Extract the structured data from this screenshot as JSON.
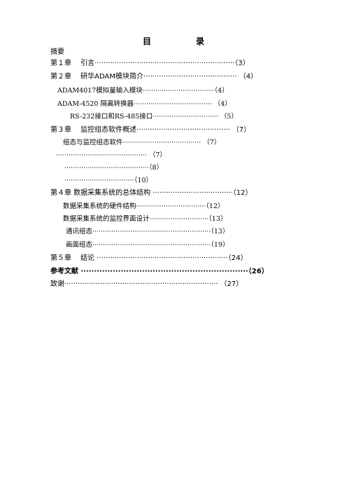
{
  "title": "目　录",
  "entries": [
    {
      "text": "摘要"
    },
    {
      "text": "第１章　 引言·······························································（3）"
    },
    {
      "text": "第２章　 研华ADAM模块简介·········································· （4）"
    },
    {
      "text": "ADAM4017模拟量输入模块··································（4）"
    },
    {
      "text": "ADAM-4520 隔离转换器····································· （4）"
    },
    {
      "text": "RS-232接口和RS-485接口······························· （5）"
    },
    {
      "text": "第３章　 监控组态软件概述·········································· （7）"
    },
    {
      "text": "组态与监控组态软件····································· （7）"
    },
    {
      "text": "··········································· （7）"
    },
    {
      "text": "········································（8）"
    },
    {
      "text": "·································（10）"
    },
    {
      "text": "第４章 数据采集系统的总体结构 ····································（12）"
    },
    {
      "text": "数据采集系统的硬件结构·································（12）"
    },
    {
      "text": "数据采集系统的监控界面设计····························（13）"
    },
    {
      "text": "通讯组态························································（13）"
    },
    {
      "text": "画面组态························································（19）"
    },
    {
      "text": "第５章　 结论 ···························································（24）"
    },
    {
      "text": "参考文献 ·······························································（26）"
    },
    {
      "text": "致谢····································································· （27）"
    }
  ]
}
